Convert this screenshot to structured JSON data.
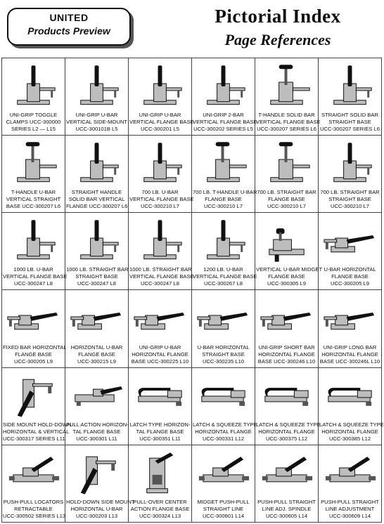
{
  "header": {
    "tag_title": "UNITED",
    "tag_subtitle": "Products Preview",
    "title": "Pictorial Index",
    "subtitle": "Page References"
  },
  "products": [
    {
      "lines": [
        "UNI-GRIP TOGGLE",
        "CLAMPS  UCC-300000",
        "SERIES  L2 — L15"
      ],
      "icon": "vertical-toggle-clamp-icon"
    },
    {
      "lines": [
        "UNI-GRIP U-BAR",
        "VERTICAL SIDE-MOUNT",
        "UCC-300101B   L5"
      ],
      "icon": "vertical-toggle-clamp-icon"
    },
    {
      "lines": [
        "UNI-GRIP U-BAR",
        "VERTICAL FLANGE BASE",
        "UCC-300201   L5"
      ],
      "icon": "vertical-toggle-clamp-icon"
    },
    {
      "lines": [
        "UNI-GRIP 2-BAR",
        "VERTICAL FLANGE BASE",
        "UCC-300202 SERIES   L5"
      ],
      "icon": "vertical-toggle-clamp-icon"
    },
    {
      "lines": [
        "T-HANDLE SOLID BAR",
        "VERTICAL FLANGE BASE",
        "UCC-300207 SERIES   L6"
      ],
      "icon": "t-handle-clamp-icon"
    },
    {
      "lines": [
        "STRAIGHT SOLID BAR",
        "STRAIGHT BASE",
        "UCC-300207 SERIES   L6"
      ],
      "icon": "vertical-toggle-clamp-icon"
    },
    {
      "lines": [
        "T-HANDLE U-BAR",
        "VERTICAL  STRAIGHT",
        "BASE UCC-300207   L6"
      ],
      "icon": "t-handle-clamp-icon"
    },
    {
      "lines": [
        "STRAIGHT HANDLE",
        "SOLID BAR  VERTICAL",
        "FLANGE UCC-300207   L6"
      ],
      "icon": "vertical-toggle-clamp-icon"
    },
    {
      "lines": [
        "700 LB. U-BAR",
        "VERTICAL FLANGE BASE",
        "UCC-300210   L7"
      ],
      "icon": "vertical-toggle-clamp-icon"
    },
    {
      "lines": [
        "700 LB. T-HANDLE U-BAR",
        "FLANGE BASE",
        "UCC-300210   L7"
      ],
      "icon": "t-handle-clamp-icon"
    },
    {
      "lines": [
        "700 LB.  STRAIGHT BAR",
        "FLANGE BASE",
        "UCC-300210   L7"
      ],
      "icon": "t-handle-clamp-icon"
    },
    {
      "lines": [
        "700 LB. STRAIGHT BAR",
        "STRAIGHT BASE",
        "UCC-300210   L7"
      ],
      "icon": "vertical-toggle-clamp-icon"
    },
    {
      "lines": [
        "1000 LB. U-BAR",
        "VERTICAL FLANGE BASE",
        "UCC-300247   L8"
      ],
      "icon": "vertical-toggle-clamp-icon"
    },
    {
      "lines": [
        "1000 LB. STRAIGHT BAR",
        "STRAIGHT BASE",
        "UCC-300247   L8"
      ],
      "icon": "vertical-toggle-clamp-icon"
    },
    {
      "lines": [
        "1000 LB. STRAIGHT BAR",
        "VERTICAL FLANGE BASE",
        "UCC-300247   L8"
      ],
      "icon": "vertical-toggle-clamp-icon"
    },
    {
      "lines": [
        "1200 LB. U-BAR",
        "VERTICAL FLANGE BASE",
        "UCC-300267   L8"
      ],
      "icon": "vertical-toggle-clamp-icon"
    },
    {
      "lines": [
        "VERTICAL U-BAR MIDGET",
        "FLANGE BASE",
        "UCC-300305   L9"
      ],
      "icon": "midget-clamp-icon"
    },
    {
      "lines": [
        "U-BAR HORIZONTAL",
        "FLANGE BASE",
        "UCC-300205   L9"
      ],
      "icon": "horizontal-clamp-icon"
    },
    {
      "lines": [
        "FIXED BAR HORIZONTAL",
        "FLANGE BASE",
        "UCC-300205   L9"
      ],
      "icon": "horizontal-clamp-icon"
    },
    {
      "lines": [
        "HORIZONTAL  U-BAR",
        "FLANGE BASE",
        "UCC-300215   L9"
      ],
      "icon": "horizontal-clamp-icon"
    },
    {
      "lines": [
        "UNI-GRIP U-BAR",
        "HORIZONTAL FLANGE",
        "BASE UCC-300225  L10"
      ],
      "icon": "horizontal-clamp-icon"
    },
    {
      "lines": [
        "U-BAR  HORIZONTAL",
        "STRAIGHT BASE",
        "UCC-300235   L10"
      ],
      "icon": "horizontal-clamp-icon"
    },
    {
      "lines": [
        "UNI-GRIP SHORT BAR",
        "HORIZONTAL FLANGE",
        "BASE UCC-300246  L10"
      ],
      "icon": "horizontal-clamp-icon"
    },
    {
      "lines": [
        "UNI-GRIP LONG BAR",
        "HORIZONTAL FLANGE",
        "BASE UCC-300246L  L10"
      ],
      "icon": "horizontal-clamp-icon"
    },
    {
      "lines": [
        "SIDE MOUNT HOLD-DOWN",
        "HORIZONTAL & VERTICAL",
        "UCC-300317 SERIES   L11"
      ],
      "icon": "side-mount-clamp-icon"
    },
    {
      "lines": [
        "PULL ACTION HORIZON-",
        "TAL FLANGE BASE",
        "UCC-300301   L11"
      ],
      "icon": "pull-action-clamp-icon"
    },
    {
      "lines": [
        "LATCH TYPE HORIZON-",
        "TAL FLANGE BASE",
        "UCC-300351   L11"
      ],
      "icon": "latch-clamp-icon"
    },
    {
      "lines": [
        "LATCH & SQUEEZE TYPE",
        "HORIZONTAL FLANGE",
        "UCC-300331   L12"
      ],
      "icon": "latch-clamp-icon"
    },
    {
      "lines": [
        "LATCH & SQUEEZE TYPE",
        "HORIZONTAL FLANGE",
        "UCC-300375   L12"
      ],
      "icon": "latch-clamp-icon"
    },
    {
      "lines": [
        "LATCH & SQUEEZE TYPE",
        "HORIZONTAL FLANGE",
        "UCC-300385   L12"
      ],
      "icon": "latch-clamp-icon"
    },
    {
      "lines": [
        "PUSH-PULL LOCATORS",
        "RETRACTABLE",
        "UCC-300502 SERIES   L13"
      ],
      "icon": "push-pull-clamp-icon"
    },
    {
      "lines": [
        "HOLD-DOWN SIDE MOUNT",
        "HORIZONTAL U-BAR",
        "UCC-300203   L13"
      ],
      "icon": "side-mount-clamp-icon"
    },
    {
      "lines": [
        "PULL-OVER  CENTER",
        "ACTION FLANGE BASE",
        "UCC-300324   L13"
      ],
      "icon": "pull-over-clamp-icon"
    },
    {
      "lines": [
        "MIDGET PUSH-PULL",
        "STRAIGHT LINE",
        "UCC-300601   L14"
      ],
      "icon": "push-pull-clamp-icon"
    },
    {
      "lines": [
        "PUSH-PULL STRAIGHT",
        "LINE ADJ. SPINDLE",
        "UCC-300605   L14"
      ],
      "icon": "push-pull-clamp-icon"
    },
    {
      "lines": [
        "PUSH-PULL STRAIGHT",
        "LINE ADJUSTMENT",
        "UCC-300609   L14"
      ],
      "icon": "push-pull-clamp-icon"
    }
  ]
}
